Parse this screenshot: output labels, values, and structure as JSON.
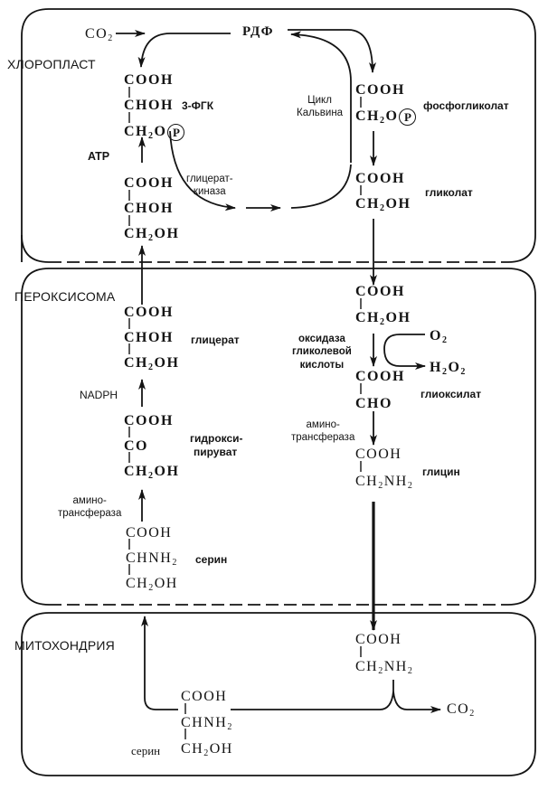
{
  "compartments": {
    "chloroplast": "ХЛОРОПЛАСТ",
    "peroxisome": "ПЕРОКСИСОМА",
    "mitochondria": "МИТОХОНДРИЯ"
  },
  "chloroplast": {
    "co2": "CO",
    "co2_sub": "2",
    "rdf": "РДФ",
    "calvin_cycle": [
      "Цикл",
      "Кальвина"
    ],
    "pga": {
      "name": "3-ФГК",
      "lines": [
        "COOH",
        "CHOH",
        "CH",
        "O"
      ],
      "sub": "2",
      "phosphate": "P"
    },
    "atp": "ATP",
    "glycerate_kinase": [
      "глицерат-",
      "киназа"
    ],
    "glycerate": {
      "lines": [
        "COOH",
        "CHOH",
        "CH",
        "OH"
      ],
      "sub": "2"
    },
    "phosphoglycolate": {
      "name": "фосфогликолат",
      "lines": [
        "COOH",
        "CH",
        "O"
      ],
      "sub": "2",
      "phosphate": "P"
    },
    "glycolate": {
      "name": "гликолат",
      "lines": [
        "COOH",
        "CH",
        "OH"
      ],
      "sub": "2"
    }
  },
  "peroxisome": {
    "glycerate": {
      "name": "глицерат",
      "lines": [
        "COOH",
        "CHOH",
        "CH",
        "OH"
      ],
      "sub": "2"
    },
    "nadph": "NADPH",
    "hydroxypyruvate": {
      "name": [
        "гидрокси-",
        "пируват"
      ],
      "lines": [
        "COOH",
        "CO",
        "CH",
        "OH"
      ],
      "sub": "2"
    },
    "aminotransferase_left": [
      "амино-",
      "трансфераза"
    ],
    "serine": {
      "name": "серин",
      "lines": [
        "COOH",
        "CHNH",
        "CH",
        "OH"
      ],
      "sub": "2"
    },
    "glycolate": {
      "lines": [
        "COOH",
        "CH",
        "OH"
      ],
      "sub": "2"
    },
    "glycolate_oxidase": [
      "оксидаза",
      "гликолевой",
      "кислоты"
    ],
    "o2": "O",
    "o2_sub": "2",
    "h2o2": [
      "H",
      "O"
    ],
    "h2o2_sub": "2",
    "glyoxylate": {
      "name": "глиоксилат",
      "lines": [
        "COOH",
        "CHO"
      ]
    },
    "aminotransferase_right": [
      "амино-",
      "трансфераза"
    ],
    "glycine": {
      "name": "глицин",
      "lines": [
        "COOH",
        "CH",
        "NH"
      ],
      "sub": "2"
    }
  },
  "mitochondria": {
    "glycine": {
      "lines": [
        "COOH",
        "CH",
        "NH"
      ],
      "sub": "2"
    },
    "co2": "CO",
    "co2_sub": "2",
    "serine": {
      "name": "серин",
      "lines": [
        "COOH",
        "CHNH",
        "CH",
        "OH"
      ],
      "sub": "2"
    }
  }
}
